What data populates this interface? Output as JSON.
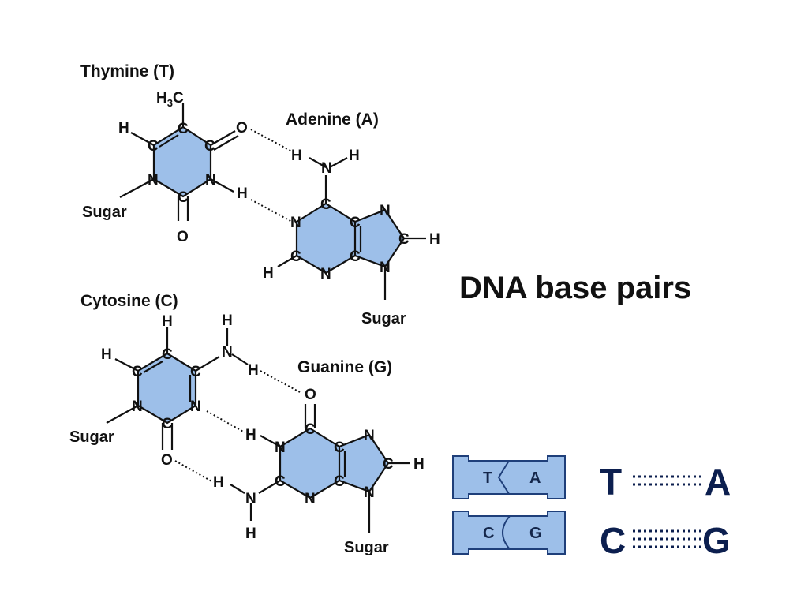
{
  "title": "DNA base pairs",
  "bases": {
    "thymine": {
      "name": "Thymine (T)"
    },
    "adenine": {
      "name": "Adenine (A)"
    },
    "cytosine": {
      "name": "Cytosine (C)"
    },
    "guanine": {
      "name": "Guanine (G)"
    }
  },
  "sugar_label": "Sugar",
  "atoms": {
    "h": "H",
    "c": "C",
    "n": "N",
    "o": "O",
    "h3c_h": "H",
    "h3c_3": "3",
    "h3c_c": "C"
  },
  "schematic_pairs": [
    {
      "left": "T",
      "right": "A"
    },
    {
      "left": "C",
      "right": "G"
    }
  ],
  "legend_pairs": [
    {
      "left": "T",
      "right": "A"
    },
    {
      "left": "C",
      "right": "G"
    }
  ],
  "colors": {
    "ring_fill": "#9dbfe9",
    "box_border": "#1f3f7a",
    "legend_text": "#0c1f4f"
  }
}
